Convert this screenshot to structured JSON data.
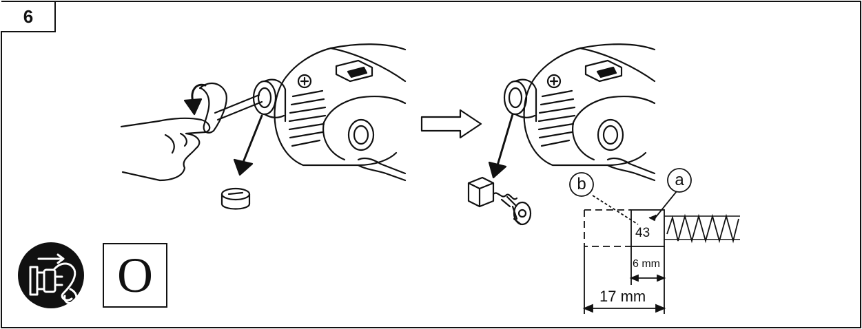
{
  "step": {
    "number": "6"
  },
  "brush": {
    "wear_mark": "43",
    "callout_a": "a",
    "callout_b": "b",
    "dim_min": "6 mm",
    "dim_new": "17 mm"
  },
  "symbols": {
    "unplug_icon": "unplug-before-service-icon",
    "switch_off_glyph": "O"
  }
}
